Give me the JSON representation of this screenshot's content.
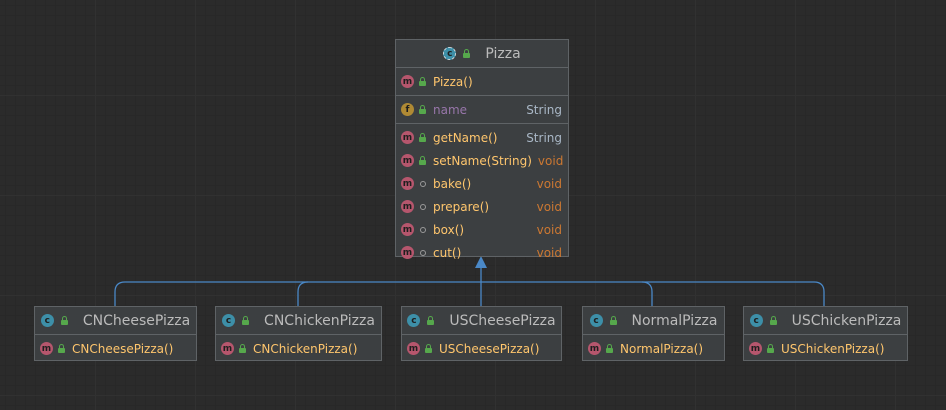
{
  "diagram": {
    "parent": {
      "name": "Pizza",
      "constructors": [
        "Pizza()"
      ],
      "fields": [
        {
          "name": "name",
          "type": "String"
        }
      ],
      "methods": [
        {
          "name": "getName()",
          "type": "String",
          "visibility": "public"
        },
        {
          "name": "setName(String)",
          "type": "void",
          "visibility": "public"
        },
        {
          "name": "bake()",
          "type": "void",
          "visibility": "package"
        },
        {
          "name": "prepare()",
          "type": "void",
          "visibility": "package"
        },
        {
          "name": "box()",
          "type": "void",
          "visibility": "package"
        },
        {
          "name": "cut()",
          "type": "void",
          "visibility": "package"
        }
      ]
    },
    "children": [
      {
        "name": "CNCheesePizza",
        "constructor": "CNCheesePizza()"
      },
      {
        "name": "CNChickenPizza",
        "constructor": "CNChickenPizza()"
      },
      {
        "name": "USCheesePizza",
        "constructor": "USCheesePizza()"
      },
      {
        "name": "NormalPizza",
        "constructor": "NormalPizza()"
      },
      {
        "name": "USChickenPizza",
        "constructor": "USChickenPizza()"
      }
    ],
    "badges": {
      "class": "c",
      "method": "m",
      "field": "f"
    },
    "colors": {
      "background": "#2b2b2b",
      "node": "#3c3f41",
      "border": "#5f6366",
      "method_name": "#ffc66d",
      "field_name": "#9876aa",
      "keyword": "#cc7832",
      "arrow": "#4a88c7"
    }
  }
}
